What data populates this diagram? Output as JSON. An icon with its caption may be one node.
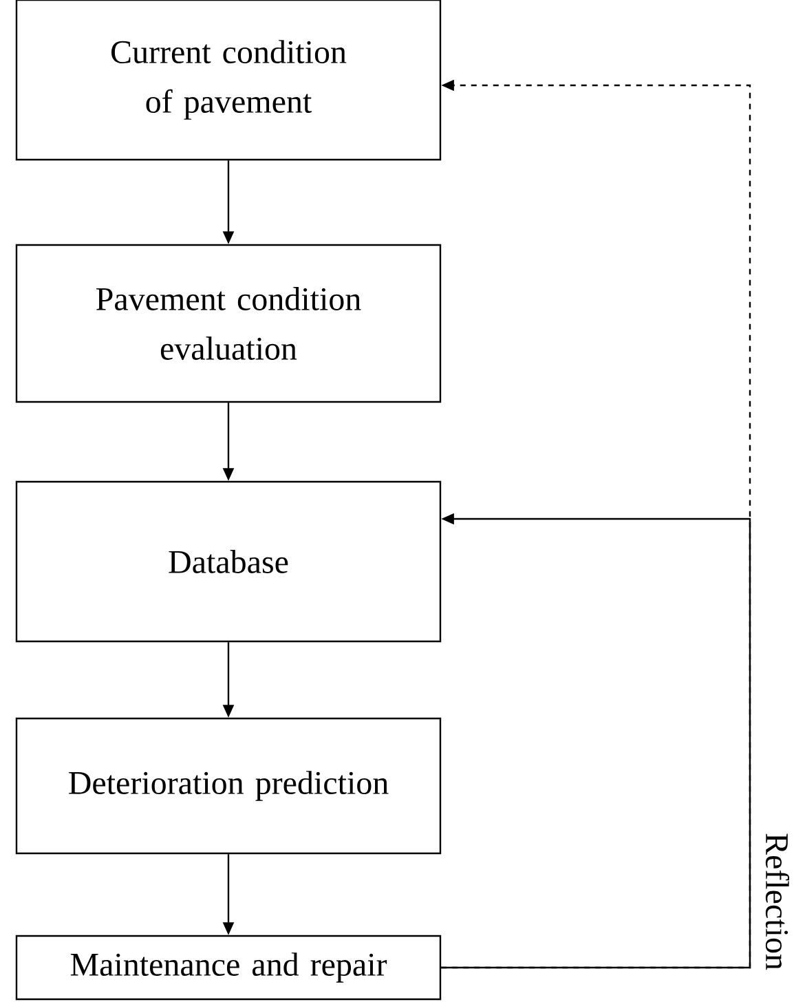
{
  "diagram": {
    "nodes": [
      {
        "text": [
          "Current condition of pavement"
        ]
      },
      {
        "text": [
          "Pavement condition evaluation"
        ]
      },
      {
        "text": [
          "Database"
        ]
      },
      {
        "text": [
          "Deterioration prediction"
        ]
      },
      {
        "text": [
          "Maintenance and repair"
        ]
      }
    ],
    "edges": [
      {
        "from": 0,
        "to": 1,
        "arrow": "to"
      },
      {
        "from": 1,
        "to": 2,
        "arrow": "to"
      },
      {
        "from": 2,
        "to": 3,
        "arrow": "to"
      },
      {
        "from": 3,
        "to": 4,
        "arrow": "to"
      },
      {
        "from": 4,
        "to": 0,
        "arrow": "to",
        "style": "dashed"
      },
      {
        "from": 4,
        "to": 2,
        "arrow": "to",
        "label": "Reflection"
      }
    ]
  }
}
